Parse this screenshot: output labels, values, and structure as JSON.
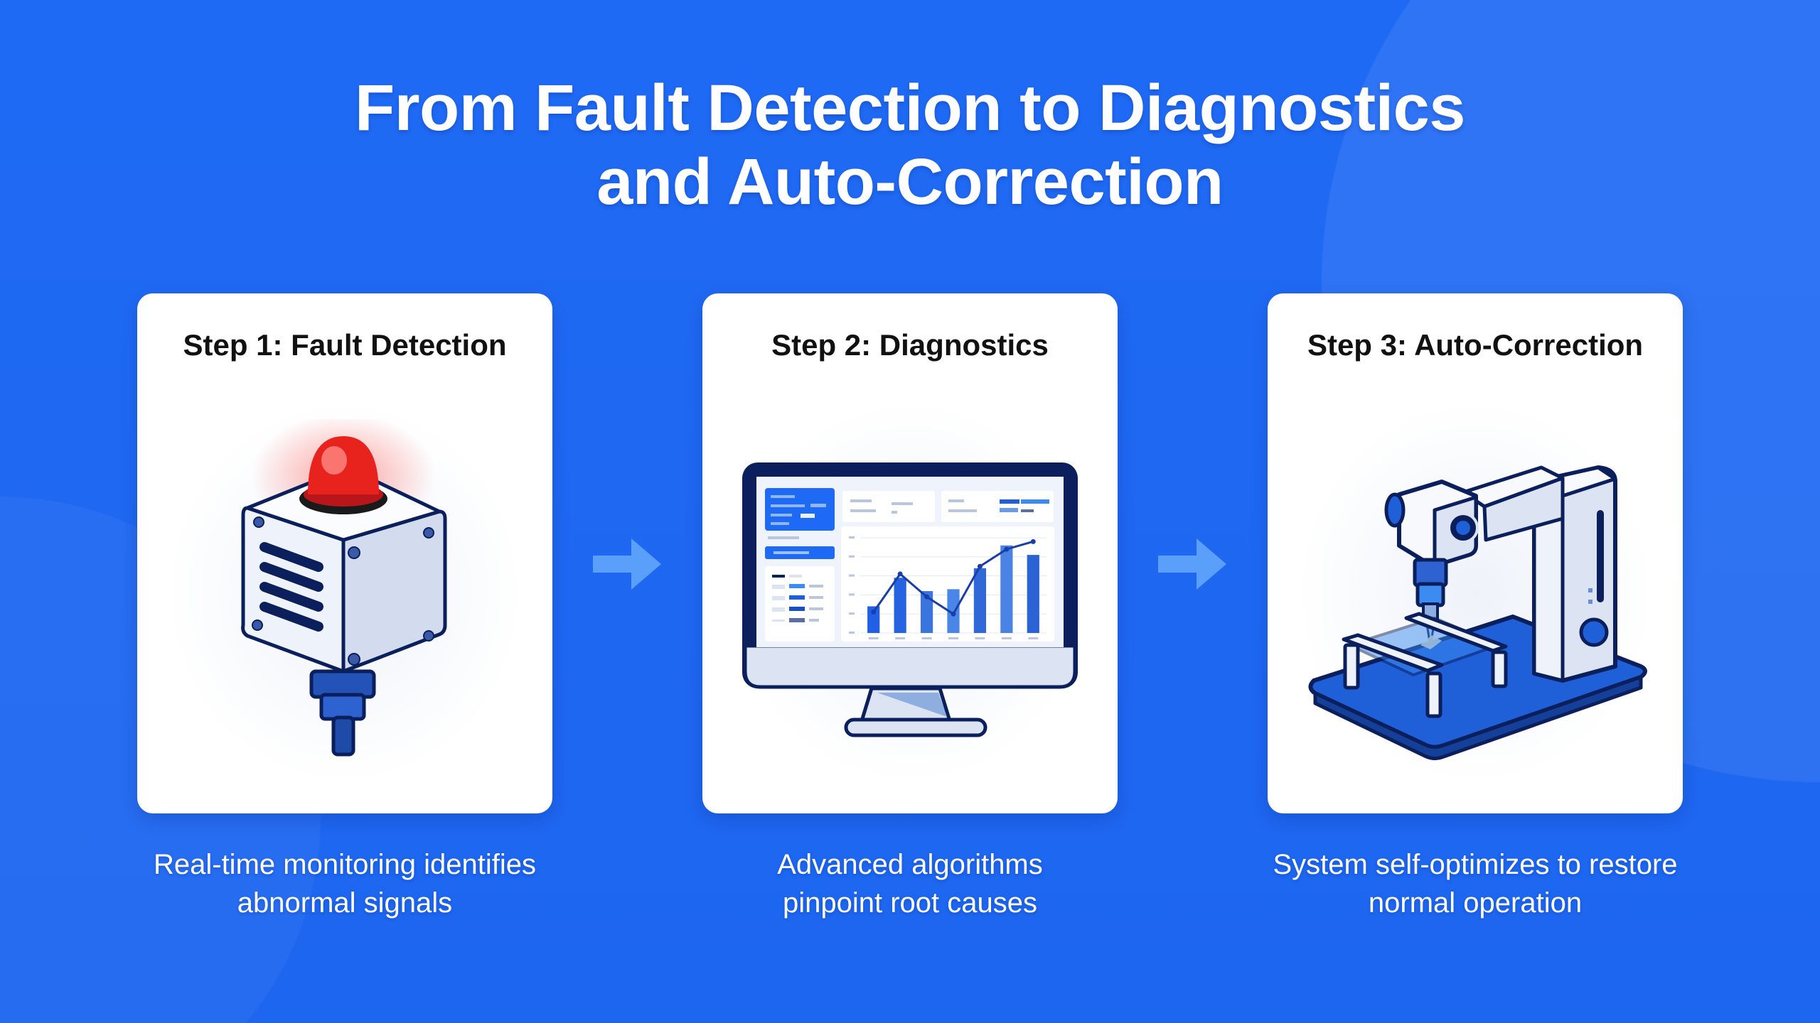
{
  "title": {
    "line1": "From Fault Detection to Diagnostics",
    "line2": "and Auto-Correction"
  },
  "steps": [
    {
      "heading": "Step 1: Fault Detection",
      "caption_line1": "Real-time monitoring identifies",
      "caption_line2": "abnormal signals",
      "icon": "alarm-sensor-icon"
    },
    {
      "heading": "Step 2: Diagnostics",
      "caption_line1": "Advanced algorithms",
      "caption_line2": "pinpoint root causes",
      "icon": "monitor-dashboard-icon"
    },
    {
      "heading": "Step 3: Auto-Correction",
      "caption_line1": "System self-optimizes to restore",
      "caption_line2": "normal operation",
      "icon": "cnc-machine-icon"
    }
  ],
  "arrows": [
    "arrow-right-icon",
    "arrow-right-icon"
  ],
  "colors": {
    "background": "#1F6AF4",
    "card": "#FFFFFF",
    "navy_outline": "#0B1F5C",
    "accent_blue": "#1F5FD8",
    "light_steel": "#DCE4F3",
    "alarm_red": "#E8231E",
    "arrow": "#5AA0FA"
  },
  "dashboard_chart": {
    "bar_values": [
      28,
      58,
      44,
      46,
      68,
      92,
      82
    ],
    "line_values": [
      22,
      62,
      38,
      20,
      70,
      88,
      96
    ]
  }
}
